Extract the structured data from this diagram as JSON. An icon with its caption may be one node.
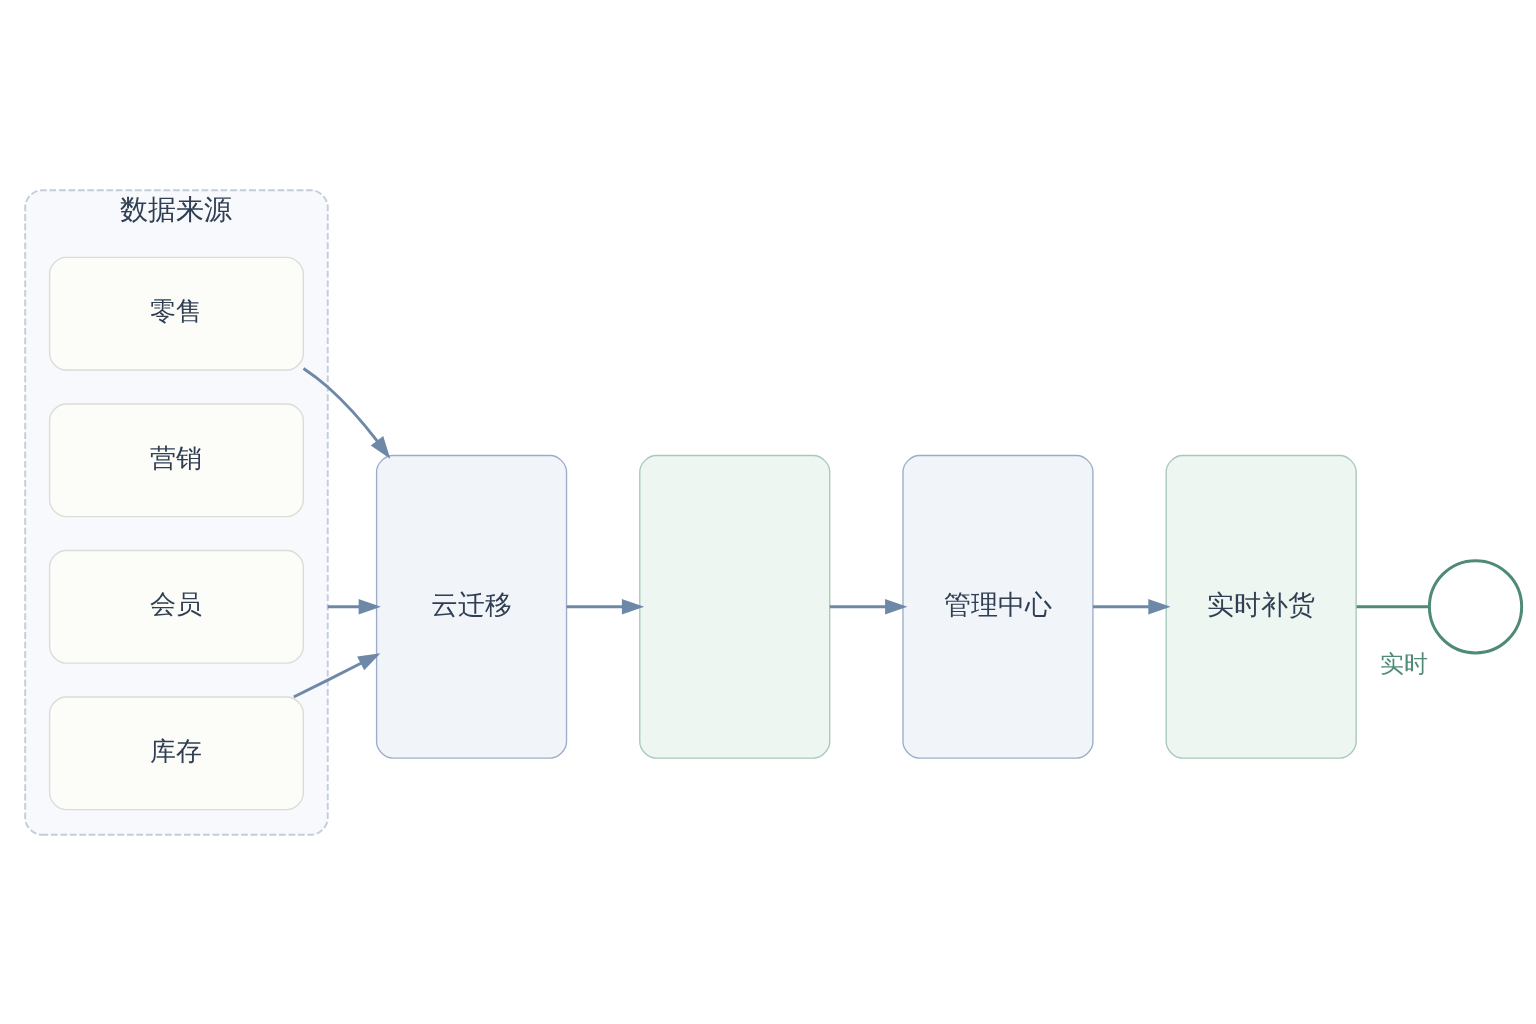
{
  "diagram": {
    "nodes": [
      {
        "text": [
          "数据来源"
        ]
      },
      {
        "text": [
          "零售"
        ],
        "in": 0
      },
      {
        "text": [
          "营销"
        ],
        "in": 0
      },
      {
        "text": [
          "会员"
        ],
        "in": 0
      },
      {
        "text": [
          "库存"
        ],
        "in": 0
      },
      {
        "text": [
          "云迁移"
        ]
      },
      {
        "text": [],
        "shape": "box"
      },
      {
        "text": [
          "管理中心"
        ]
      },
      {
        "text": [
          "实时补货"
        ]
      },
      {
        "text": [],
        "shape": "circle",
        "beside": [
          "实时"
        ]
      }
    ],
    "edges": [
      {
        "from": 1,
        "to": 5,
        "arrow": "to"
      },
      {
        "from": 0,
        "to": 5,
        "arrow": "to"
      },
      {
        "from": 4,
        "to": 5,
        "arrow": "to"
      },
      {
        "from": 5,
        "to": 6,
        "arrow": "to"
      },
      {
        "from": 6,
        "to": 7,
        "arrow": "to"
      },
      {
        "from": 7,
        "to": 8,
        "arrow": "to"
      },
      {
        "from": 8,
        "to": 9,
        "arrow": "none",
        "color": "#4f8a74"
      }
    ]
  }
}
